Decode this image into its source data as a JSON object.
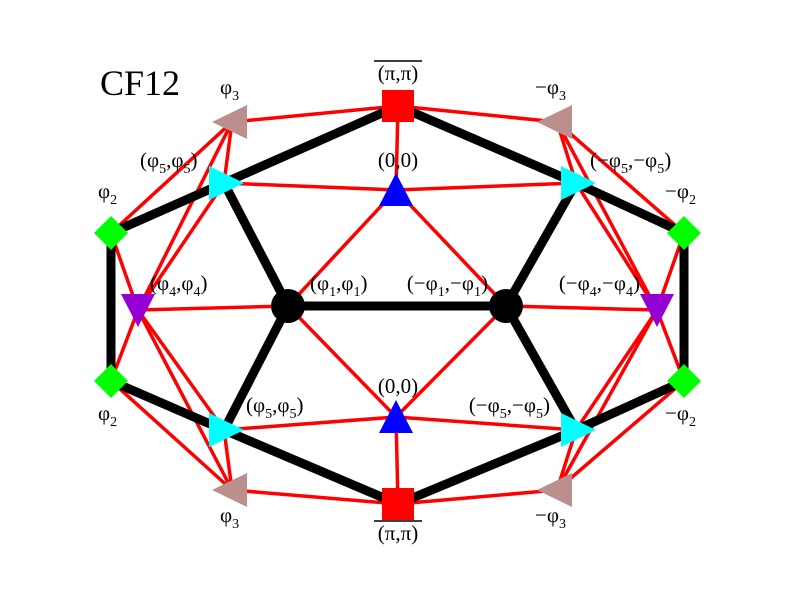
{
  "title": "CF12",
  "colors": {
    "thick_edge": "#000000",
    "thin_edge": "#ff0000",
    "center_node": "#000000",
    "top_bottom_square": "#ff0000",
    "up_triangle": "#0000ff",
    "side_triangle": "#00ffff",
    "corner_triangle": "#bc8f8f",
    "diamond": "#00ff00",
    "down_triangle": "#9400d3"
  },
  "nodes": [
    {
      "id": "c1",
      "shape": "circle",
      "color": "center_node",
      "label": "center-left"
    },
    {
      "id": "c2",
      "shape": "circle",
      "color": "center_node",
      "label": "center-right"
    },
    {
      "id": "sqT",
      "shape": "square",
      "color": "top_bottom_square"
    },
    {
      "id": "sqB",
      "shape": "square",
      "color": "top_bottom_square"
    },
    {
      "id": "trT",
      "shape": "triangle-up",
      "color": "up_triangle"
    },
    {
      "id": "trB",
      "shape": "triangle-up",
      "color": "up_triangle"
    },
    {
      "id": "cyTL",
      "shape": "triangle-right",
      "color": "side_triangle"
    },
    {
      "id": "cyTR",
      "shape": "triangle-right",
      "color": "side_triangle"
    },
    {
      "id": "cyBL",
      "shape": "triangle-right",
      "color": "side_triangle"
    },
    {
      "id": "cyBR",
      "shape": "triangle-right",
      "color": "side_triangle"
    },
    {
      "id": "brTL",
      "shape": "triangle-left",
      "color": "corner_triangle"
    },
    {
      "id": "brTR",
      "shape": "triangle-left",
      "color": "corner_triangle"
    },
    {
      "id": "brBL",
      "shape": "triangle-left",
      "color": "corner_triangle"
    },
    {
      "id": "brBR",
      "shape": "triangle-left",
      "color": "corner_triangle"
    },
    {
      "id": "dTL",
      "shape": "diamond",
      "color": "diamond"
    },
    {
      "id": "dBL",
      "shape": "diamond",
      "color": "diamond"
    },
    {
      "id": "dTR",
      "shape": "diamond",
      "color": "diamond"
    },
    {
      "id": "dBR",
      "shape": "diamond",
      "color": "diamond"
    },
    {
      "id": "pL",
      "shape": "triangle-down",
      "color": "down_triangle"
    },
    {
      "id": "pR",
      "shape": "triangle-down",
      "color": "down_triangle"
    }
  ],
  "thick_edges": [
    [
      "c1",
      "c2"
    ],
    [
      "c1",
      "cyTL"
    ],
    [
      "c1",
      "cyBL"
    ],
    [
      "c2",
      "cyTR"
    ],
    [
      "c2",
      "cyBR"
    ],
    [
      "cyTL",
      "sqT"
    ],
    [
      "sqT",
      "cyTR"
    ],
    [
      "cyBL",
      "sqB"
    ],
    [
      "sqB",
      "cyBR"
    ],
    [
      "cyTL",
      "dTL"
    ],
    [
      "cyTR",
      "dTR"
    ],
    [
      "cyBL",
      "dBL"
    ],
    [
      "cyBR",
      "dBR"
    ],
    [
      "dTL",
      "dBL"
    ],
    [
      "dTR",
      "dBR"
    ]
  ],
  "thin_edges": [
    [
      "brTL",
      "sqT"
    ],
    [
      "sqT",
      "brTR"
    ],
    [
      "brBL",
      "sqB"
    ],
    [
      "sqB",
      "brBR"
    ],
    [
      "sqT",
      "trT"
    ],
    [
      "sqB",
      "trB"
    ],
    [
      "trT",
      "c1"
    ],
    [
      "trT",
      "c2"
    ],
    [
      "trT",
      "cyTL"
    ],
    [
      "trT",
      "cyTR"
    ],
    [
      "trB",
      "c1"
    ],
    [
      "trB",
      "c2"
    ],
    [
      "trB",
      "cyBL"
    ],
    [
      "trB",
      "cyBR"
    ],
    [
      "brTL",
      "cyTL"
    ],
    [
      "brTL",
      "dTL"
    ],
    [
      "brTL",
      "pL"
    ],
    [
      "brTR",
      "cyTR"
    ],
    [
      "brTR",
      "dTR"
    ],
    [
      "brTR",
      "pR"
    ],
    [
      "brBL",
      "cyBL"
    ],
    [
      "brBL",
      "dBL"
    ],
    [
      "brBL",
      "pL"
    ],
    [
      "brBR",
      "cyBR"
    ],
    [
      "brBR",
      "dBR"
    ],
    [
      "brBR",
      "pR"
    ],
    [
      "pL",
      "c1"
    ],
    [
      "pL",
      "dTL"
    ],
    [
      "pL",
      "dBL"
    ],
    [
      "pL",
      "cyTL"
    ],
    [
      "pL",
      "cyBL"
    ],
    [
      "pR",
      "c2"
    ],
    [
      "pR",
      "dTR"
    ],
    [
      "pR",
      "dBR"
    ],
    [
      "pR",
      "cyTR"
    ],
    [
      "pR",
      "cyBR"
    ]
  ],
  "labels": [
    {
      "id": "sqT",
      "parts": [
        [
          "(π,π)",
          ""
        ]
      ],
      "overline": true
    },
    {
      "id": "sqB",
      "parts": [
        [
          "(π,π)",
          ""
        ]
      ],
      "overline": true
    },
    {
      "id": "trT",
      "parts": [
        [
          "(0,0)",
          ""
        ]
      ]
    },
    {
      "id": "trB",
      "parts": [
        [
          "(0,0)",
          ""
        ]
      ]
    },
    {
      "id": "c1",
      "parts": [
        [
          "(φ",
          "1"
        ],
        [
          ",φ",
          "1"
        ],
        [
          ")",
          ""
        ]
      ]
    },
    {
      "id": "c2",
      "parts": [
        [
          "(−φ",
          "1"
        ],
        [
          ",−φ",
          "1"
        ],
        [
          ")",
          ""
        ]
      ]
    },
    {
      "id": "cyTL",
      "parts": [
        [
          "(φ",
          "5"
        ],
        [
          ",φ",
          "5"
        ],
        [
          ")",
          ""
        ]
      ]
    },
    {
      "id": "cyTR",
      "parts": [
        [
          "(−φ",
          "5"
        ],
        [
          ",−φ",
          "5"
        ],
        [
          ")",
          ""
        ]
      ]
    },
    {
      "id": "cyBL",
      "parts": [
        [
          "(φ",
          "5"
        ],
        [
          ",φ",
          "5"
        ],
        [
          ")",
          ""
        ]
      ]
    },
    {
      "id": "cyBR",
      "parts": [
        [
          "(−φ",
          "5"
        ],
        [
          ",−φ",
          "5"
        ],
        [
          ")",
          ""
        ]
      ]
    },
    {
      "id": "pL",
      "parts": [
        [
          "(φ",
          "4"
        ],
        [
          ",φ",
          "4"
        ],
        [
          ")",
          ""
        ]
      ]
    },
    {
      "id": "pR",
      "parts": [
        [
          "(−φ",
          "4"
        ],
        [
          ",−φ",
          "4"
        ],
        [
          ")",
          ""
        ]
      ]
    },
    {
      "id": "dTL",
      "parts": [
        [
          "φ",
          "2"
        ]
      ]
    },
    {
      "id": "dBL",
      "parts": [
        [
          "φ",
          "2"
        ]
      ]
    },
    {
      "id": "dTR",
      "parts": [
        [
          "−φ",
          "2"
        ]
      ]
    },
    {
      "id": "dBR",
      "parts": [
        [
          "−φ",
          "2"
        ]
      ]
    },
    {
      "id": "brTL",
      "parts": [
        [
          "φ",
          "3"
        ]
      ]
    },
    {
      "id": "brBL",
      "parts": [
        [
          "φ",
          "3"
        ]
      ]
    },
    {
      "id": "brTR",
      "parts": [
        [
          "−φ",
          "3"
        ]
      ]
    },
    {
      "id": "brBR",
      "parts": [
        [
          "−φ",
          "3"
        ]
      ]
    }
  ]
}
